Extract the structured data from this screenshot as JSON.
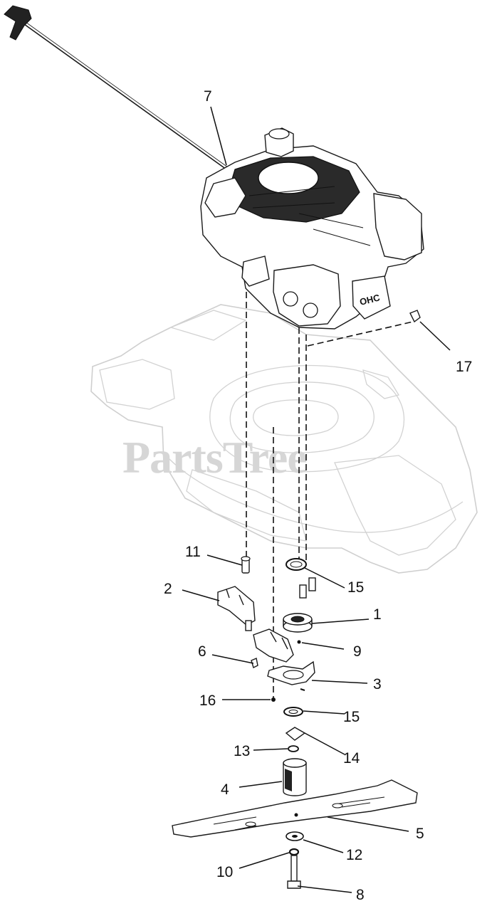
{
  "diagram": {
    "watermark": "PartsTree",
    "callouts": {
      "c1": "1",
      "c2": "2",
      "c3": "3",
      "c4": "4",
      "c5": "5",
      "c6": "6",
      "c7": "7",
      "c8": "8",
      "c9": "9",
      "c10": "10",
      "c11": "11",
      "c12": "12",
      "c13": "13",
      "c14": "14",
      "c15a": "15",
      "c15b": "15",
      "c16": "16",
      "c17": "17"
    },
    "engine_badge": "OHC"
  },
  "colors": {
    "line": "#1a1a1a",
    "deck_outline": "#cfcfcf",
    "watermark": "#d6d6d6",
    "background": "#ffffff"
  }
}
